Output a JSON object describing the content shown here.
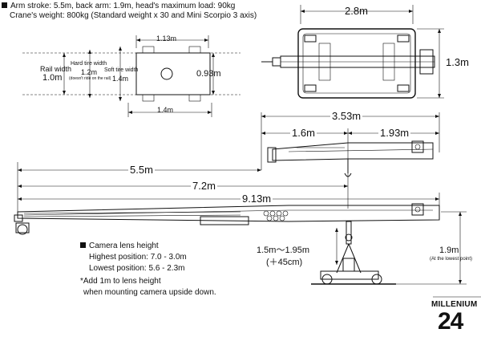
{
  "header": {
    "line1": "Arm stroke: 5.5m, back arm: 1.9m, head's maximum load: 90kg",
    "line2": "Crane's weight: 800kg (Standard weight x 30 and Mini Scorpio 3 axis)"
  },
  "top_view_left": {
    "dim_top": "1.13m",
    "dim_bottom": "1.4m",
    "rail_width_label": "Rail width",
    "rail_width_value": "1.0m",
    "hard_tire_label": "Hard tire width",
    "hard_tire_value": "1.2m",
    "hard_tire_note": "(doesn't ride on the rail)",
    "soft_tire_label": "Soft tire width",
    "soft_tire_value": "1.4m",
    "dim_right": "0.93m"
  },
  "top_view_right": {
    "dim_top": "2.8m",
    "dim_right": "1.3m"
  },
  "side_view": {
    "dim_total_short": "3.53m",
    "dim_front": "1.6m",
    "dim_back": "1.93m",
    "dim_stroke": "5.5m",
    "dim_mid": "7.2m",
    "dim_total": "9.13m"
  },
  "lens_height": {
    "title": "Camera lens height",
    "highest": "Highest position: 7.0 - 3.0m",
    "lowest": "Lowest position: 5.6 - 2.3m",
    "note1": "*Add 1m to lens height",
    "note2": "when mounting camera upside down."
  },
  "column": {
    "range": "1.5m〜1.95m",
    "extra": "(＋45cm)"
  },
  "height_right": {
    "value": "1.9m",
    "note": "(At the lowest point)"
  },
  "footer": {
    "brand": "MILLENIUM",
    "page_number": "24"
  }
}
